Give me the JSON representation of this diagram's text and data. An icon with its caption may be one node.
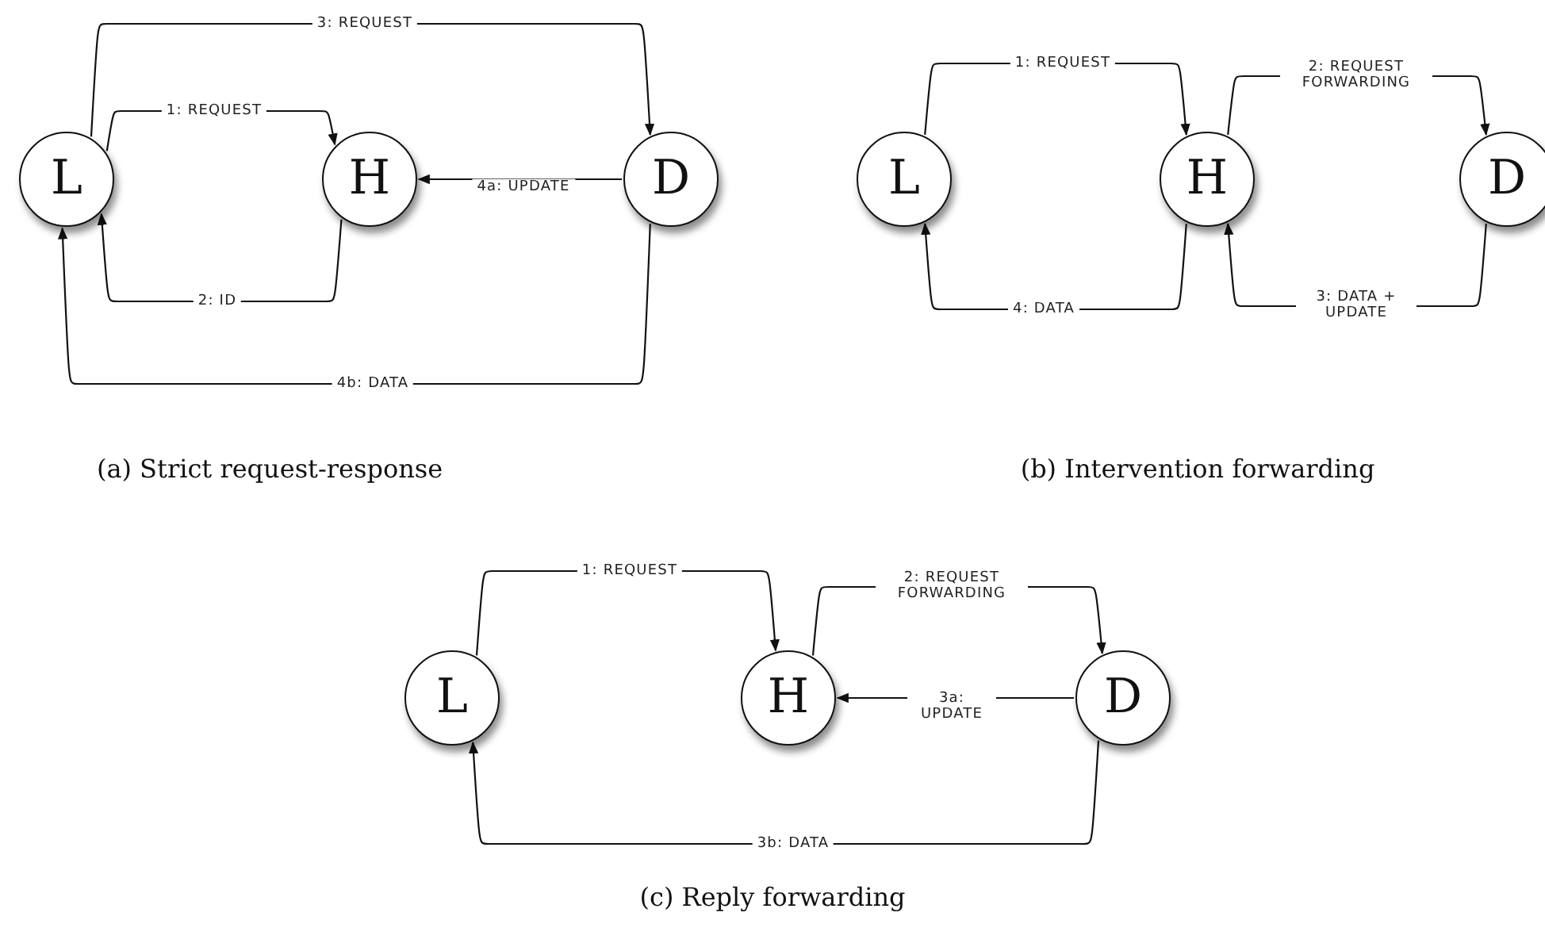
{
  "diagram": {
    "nodes": [
      {
        "text": [
          "L"
        ]
      },
      {
        "text": [
          "H"
        ]
      },
      {
        "text": [
          "D"
        ]
      },
      {
        "text": [
          "L"
        ]
      },
      {
        "text": [
          "H"
        ]
      },
      {
        "text": [
          "D"
        ]
      },
      {
        "text": [
          "L"
        ]
      },
      {
        "text": [
          "H"
        ]
      },
      {
        "text": [
          "D"
        ]
      }
    ],
    "edges": [
      {
        "from": 0,
        "to": 1,
        "arrow": "to",
        "label": "1: REQUEST"
      },
      {
        "from": 0,
        "to": 2,
        "arrow": "to",
        "label": "3: REQUEST"
      },
      {
        "from": 2,
        "to": 1,
        "arrow": "to",
        "label": "4a: UPDATE"
      },
      {
        "from": 1,
        "to": 0,
        "arrow": "to",
        "label": "2: ID"
      },
      {
        "from": 2,
        "to": 0,
        "arrow": "to",
        "label": "4b: DATA"
      },
      {
        "from": 3,
        "to": 4,
        "arrow": "to",
        "label": "1: REQUEST"
      },
      {
        "from": 4,
        "to": 5,
        "arrow": "to",
        "label": "2: REQUEST FORWARDING"
      },
      {
        "from": 5,
        "to": 4,
        "arrow": "to",
        "label": "3: DATA + UPDATE"
      },
      {
        "from": 4,
        "to": 3,
        "arrow": "to",
        "label": "4: DATA"
      },
      {
        "from": 6,
        "to": 7,
        "arrow": "to",
        "label": "1: REQUEST"
      },
      {
        "from": 7,
        "to": 8,
        "arrow": "to",
        "label": "2: REQUEST FORWARDING"
      },
      {
        "from": 8,
        "to": 7,
        "arrow": "to",
        "label": "3a: UPDATE"
      },
      {
        "from": 8,
        "to": 6,
        "arrow": "to",
        "label": "3b: DATA"
      }
    ],
    "labels": [
      "(a) Strict request-response",
      "(b) Intervention forwarding",
      "(c) Reply forwarding"
    ]
  }
}
